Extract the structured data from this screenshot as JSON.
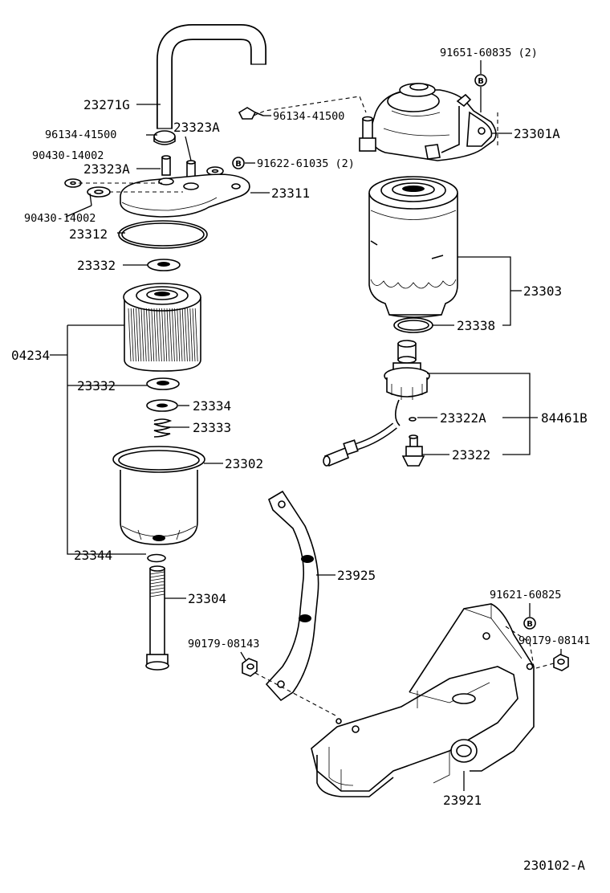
{
  "labels": {
    "p23271G": "23271G",
    "p96134_41500_left": "96134-41500",
    "p23323A_top": "23323A",
    "p90430_14002_top": "90430-14002",
    "p23323A_mid": "23323A",
    "p90430_14002_bot": "90430-14002",
    "p23312": "23312",
    "p23311": "23311",
    "p91622_61035": "91622-61035 (2)",
    "p96134_41500_right": "96134-41500",
    "p91651_60835": "91651-60835 (2)",
    "p23301A": "23301A",
    "p23332_top": "23332",
    "p04234": "04234",
    "p23303": "23303",
    "p23338": "23338",
    "p23332_bot": "23332",
    "p23334": "23334",
    "p23333": "23333",
    "p23322A": "23322A",
    "p84461B": "84461B",
    "p23322": "23322",
    "p23302": "23302",
    "p23344": "23344",
    "p23925": "23925",
    "p23304": "23304",
    "p91621_60825": "91621-60825",
    "p90179_08143": "90179-08143",
    "p90179_08141": "90179-08141",
    "p23921": "23921",
    "figure_code": "230102-A"
  },
  "bolt_marker": "B"
}
